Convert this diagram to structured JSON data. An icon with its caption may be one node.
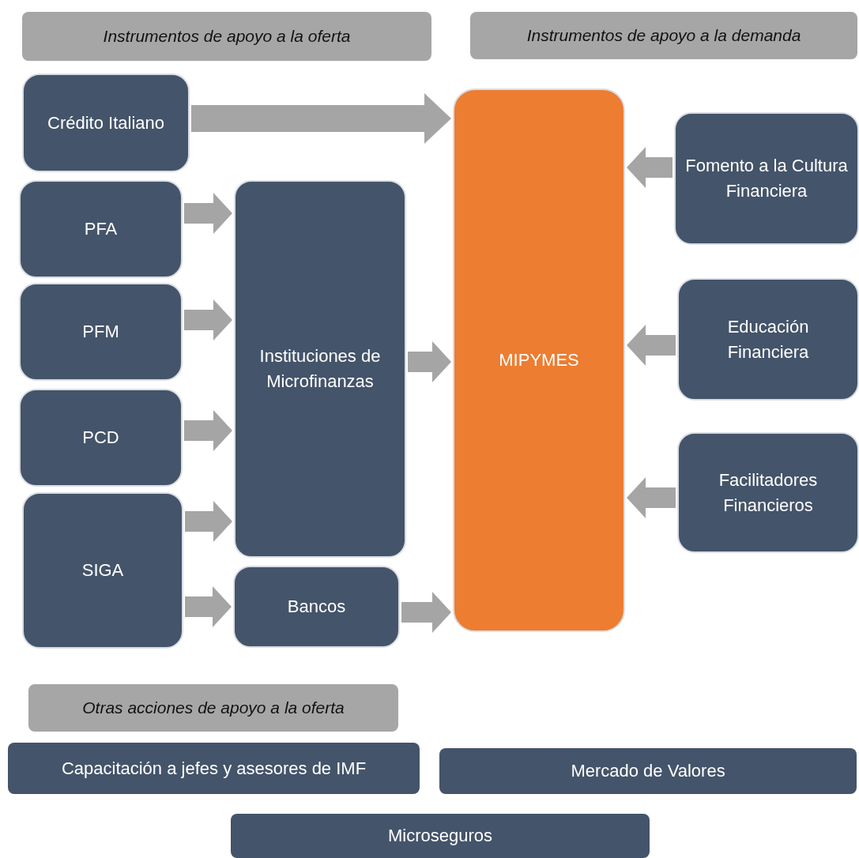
{
  "diagram": {
    "nodes": [
      {
        "text": [
          "Instrumentos de apoyo a la oferta"
        ]
      },
      {
        "text": [
          "Instrumentos de apoyo a la demanda"
        ]
      },
      {
        "text": [
          "Crédito Italiano"
        ]
      },
      {
        "text": [
          "PFA"
        ]
      },
      {
        "text": [
          "PFM"
        ]
      },
      {
        "text": [
          "PCD"
        ]
      },
      {
        "text": [
          "SIGA"
        ]
      },
      {
        "text": [
          "Instituciones de Microfinanzas"
        ]
      },
      {
        "text": [
          "Bancos"
        ]
      },
      {
        "text": [
          "MIPYMES"
        ]
      },
      {
        "text": [
          "Fomento a la Cultura Financiera"
        ]
      },
      {
        "text": [
          "Educación Financiera"
        ]
      },
      {
        "text": [
          "Facilitadores Financieros"
        ]
      },
      {
        "text": [
          "Otras acciones de apoyo a la oferta"
        ]
      },
      {
        "text": [
          "Capacitación a jefes y asesores de IMF"
        ]
      },
      {
        "text": [
          "Mercado de Valores"
        ]
      },
      {
        "text": [
          "Microseguros"
        ]
      }
    ],
    "edges": [
      {
        "from": 2,
        "to": 9,
        "arrow": "to"
      },
      {
        "from": 3,
        "to": 7,
        "arrow": "to"
      },
      {
        "from": 4,
        "to": 7,
        "arrow": "to"
      },
      {
        "from": 5,
        "to": 7,
        "arrow": "to"
      },
      {
        "from": 6,
        "to": 7,
        "arrow": "to"
      },
      {
        "from": 6,
        "to": 8,
        "arrow": "to"
      },
      {
        "from": 7,
        "to": 9,
        "arrow": "to"
      },
      {
        "from": 8,
        "to": 9,
        "arrow": "to"
      },
      {
        "from": 10,
        "to": 9,
        "arrow": "to"
      },
      {
        "from": 11,
        "to": 9,
        "arrow": "to"
      },
      {
        "from": 12,
        "to": 9,
        "arrow": "to"
      }
    ]
  }
}
